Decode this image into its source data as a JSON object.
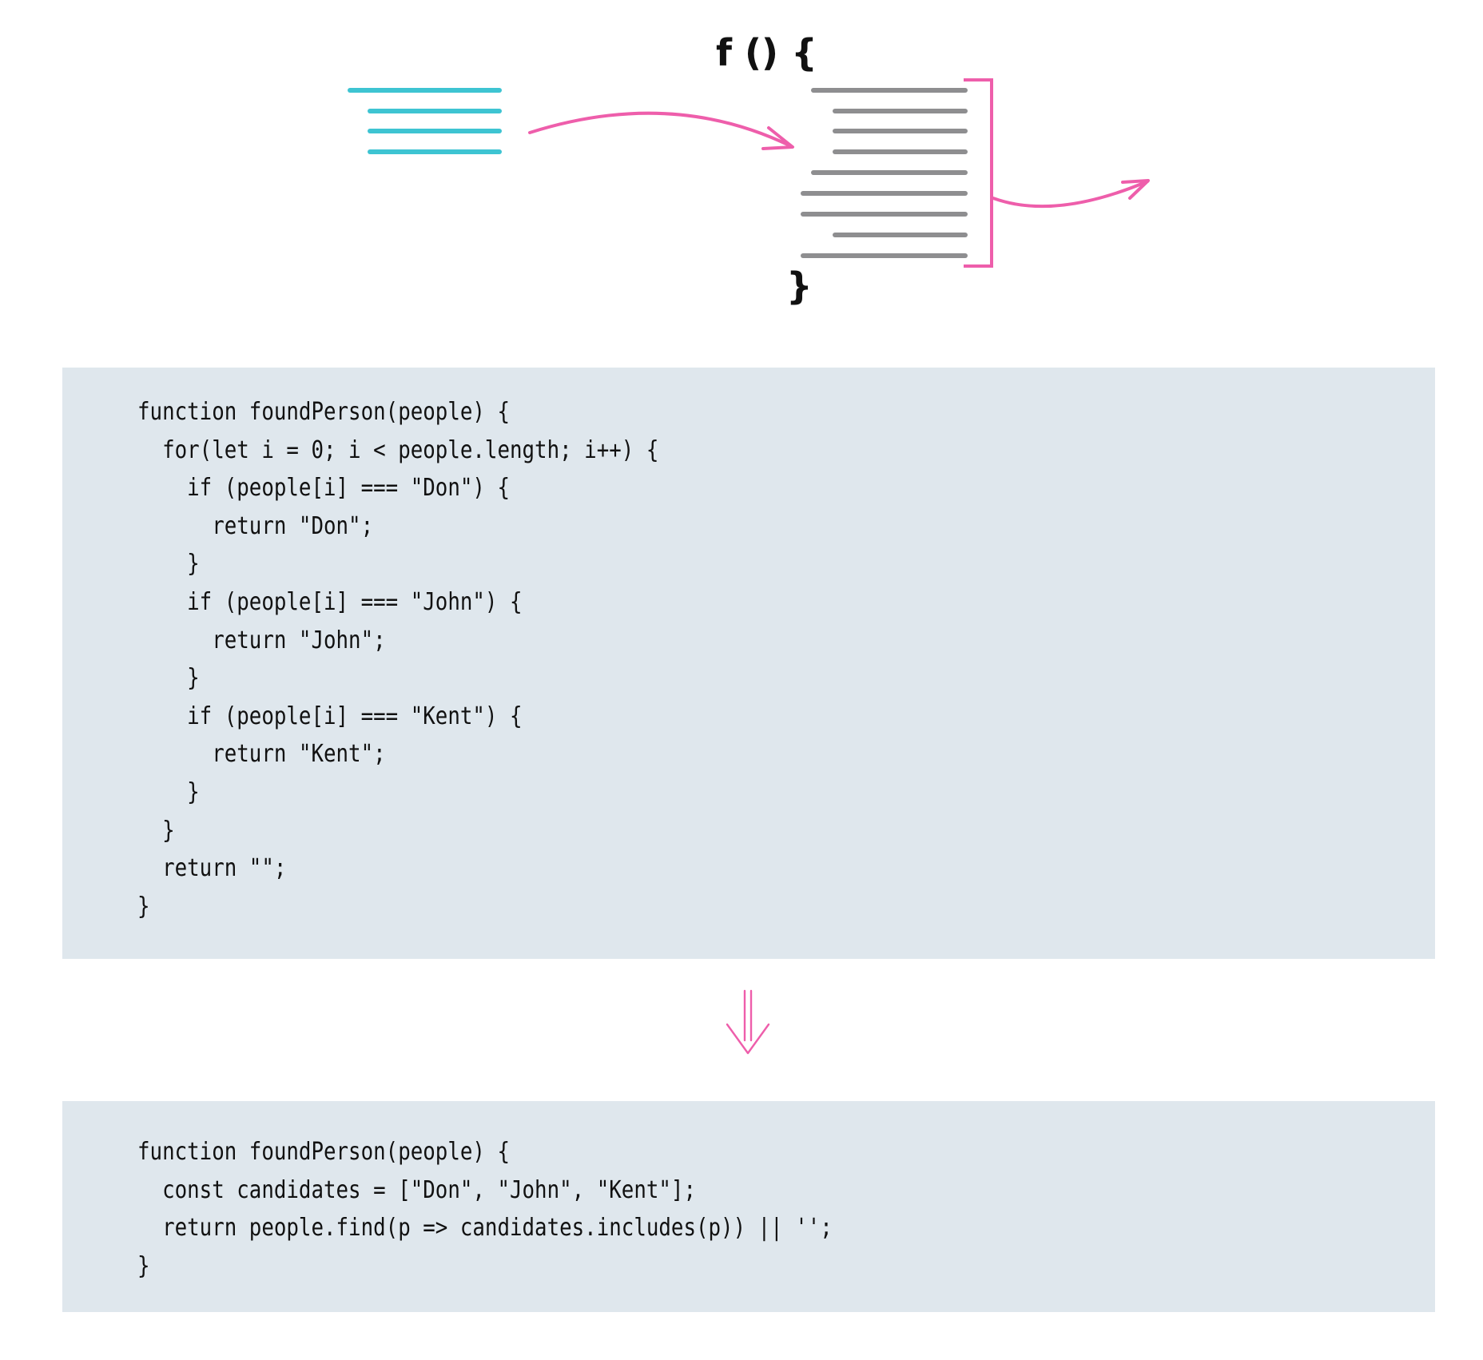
{
  "colors": {
    "input": "#3ec4d2",
    "body": "#8e8e90",
    "accent": "#ee5eab",
    "text": "#111111",
    "panel": "#dfe7ed"
  },
  "diagram": {
    "signature": "f () {",
    "closing": "}"
  },
  "code_before": {
    "lines": [
      "function foundPerson(people) {",
      "  for(let i = 0; i < people.length; i++) {",
      "    if (people[i] === \"Don\") {",
      "      return \"Don\";",
      "    }",
      "    if (people[i] === \"John\") {",
      "      return \"John\";",
      "    }",
      "    if (people[i] === \"Kent\") {",
      "      return \"Kent\";",
      "    }",
      "  }",
      "  return \"\";",
      "}"
    ]
  },
  "code_after": {
    "lines": [
      "function foundPerson(people) {",
      "  const candidates = [\"Don\", \"John\", \"Kent\"];",
      "  return people.find(p => candidates.includes(p)) || '';",
      "}"
    ]
  },
  "icons": {
    "transform_arrow": "double-down-arrow-icon"
  }
}
